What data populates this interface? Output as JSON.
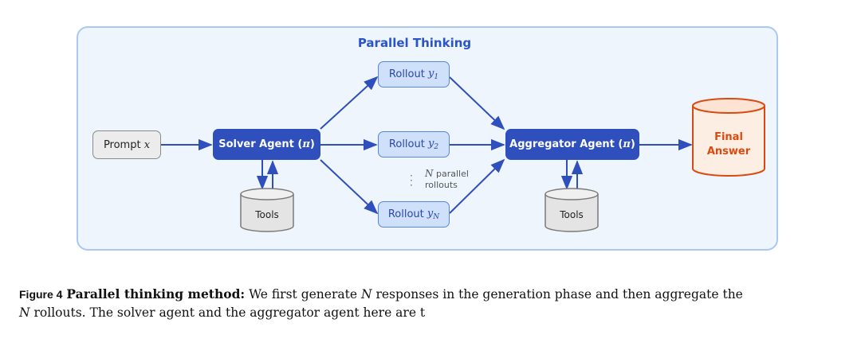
{
  "diagram": {
    "title": "Parallel Thinking",
    "prompt": {
      "label": "Prompt",
      "var": "x"
    },
    "solver": {
      "label": "Solver Agent (",
      "var": "π",
      "close": ")"
    },
    "rollouts": [
      {
        "label": "Rollout",
        "var": "y",
        "sub": "1"
      },
      {
        "label": "Rollout",
        "var": "y",
        "sub": "2"
      },
      {
        "label": "Rollout",
        "var": "y",
        "sub": "N"
      }
    ],
    "parallel_note": {
      "var": "N",
      "text1": "parallel",
      "text2": "rollouts"
    },
    "aggregator": {
      "label": "Aggregator Agent (",
      "var": "π",
      "close": ")"
    },
    "tools": [
      "Tools",
      "Tools"
    ],
    "final": {
      "line1": "Final",
      "line2": "Answer"
    },
    "colors": {
      "panel_bg": "#eef5fd",
      "agent_fill": "#2f4fbc",
      "rollout_fill": "#cfe0fb",
      "arrow": "#2f4fbc",
      "final": "#d84a0f"
    }
  },
  "caption": {
    "figure": "Figure 4",
    "bold": "Parallel thinking method:",
    "text1": "We first generate",
    "var1": "N",
    "text2": "responses in the generation phase and then aggregate the",
    "var2": "N",
    "text3": "rollouts. The solver agent and the aggregator agent here are t"
  }
}
